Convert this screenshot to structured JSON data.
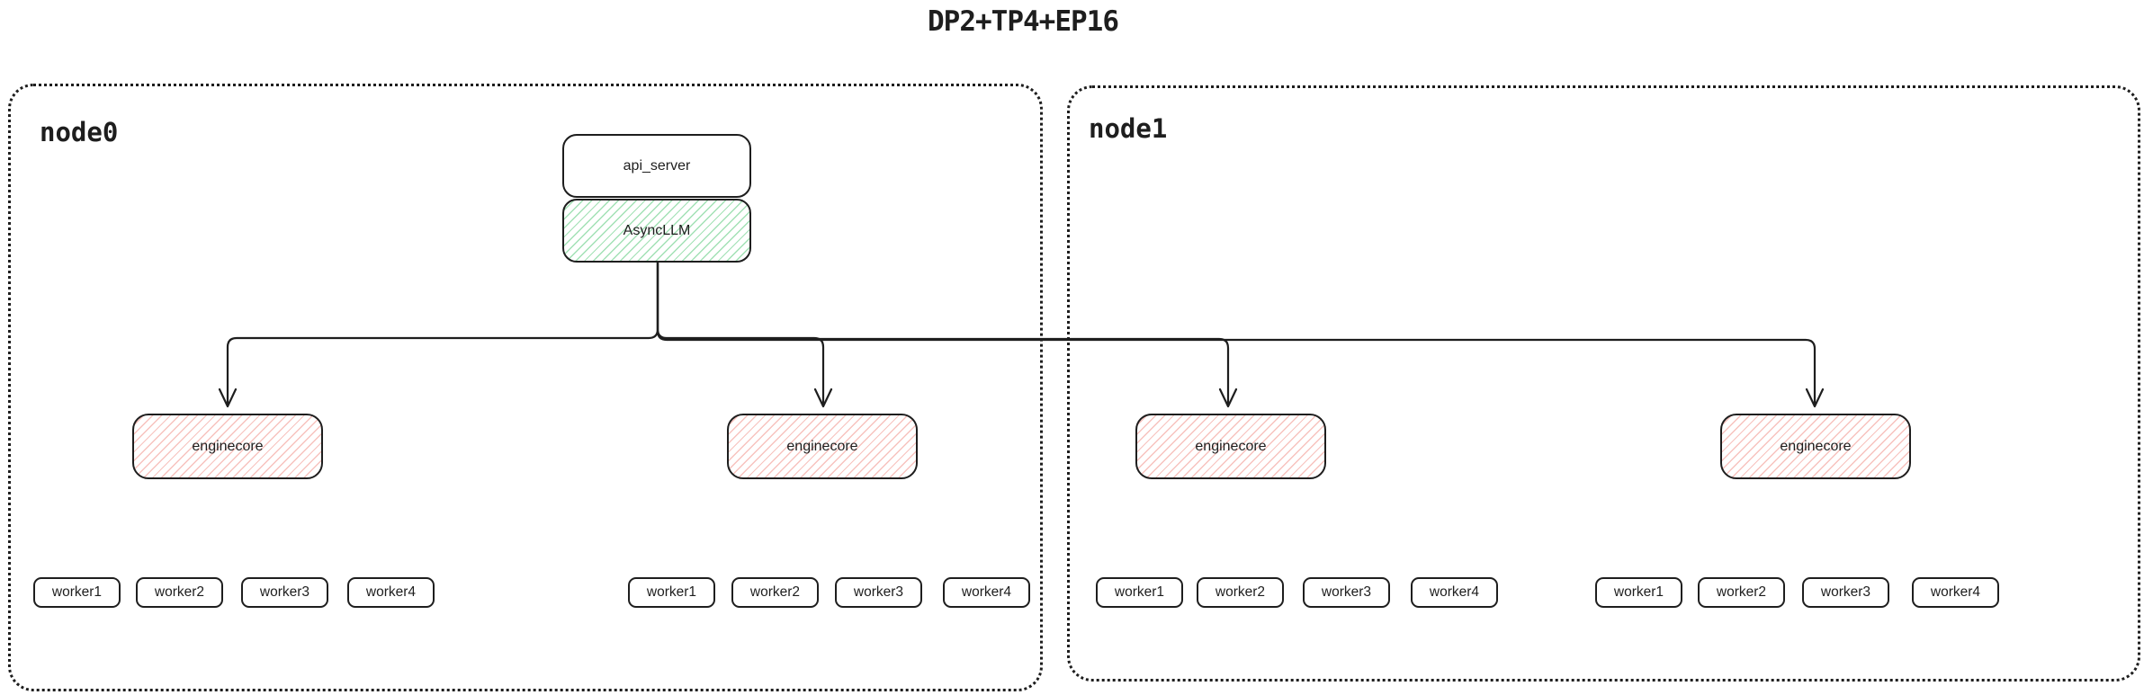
{
  "diagram_title": "DP2+TP4+EP16",
  "containers": [
    {
      "label": "node0"
    },
    {
      "label": "node1"
    }
  ],
  "stack": {
    "api_server": "api_server",
    "async_llm": "AsyncLLM"
  },
  "enginecores": [
    "enginecore",
    "enginecore",
    "enginecore",
    "enginecore"
  ],
  "worker_groups": [
    [
      "worker1",
      "worker2",
      "worker3",
      "worker4"
    ],
    [
      "worker1",
      "worker2",
      "worker3",
      "worker4"
    ],
    [
      "worker1",
      "worker2",
      "worker3",
      "worker4"
    ],
    [
      "worker1",
      "worker2",
      "worker3",
      "worker4"
    ]
  ],
  "colors": {
    "stroke": "#1e1e1e",
    "async_llm_fill": "#b2f2bb",
    "enginecore_fill": "#ffc9c9",
    "background": "#ffffff"
  }
}
